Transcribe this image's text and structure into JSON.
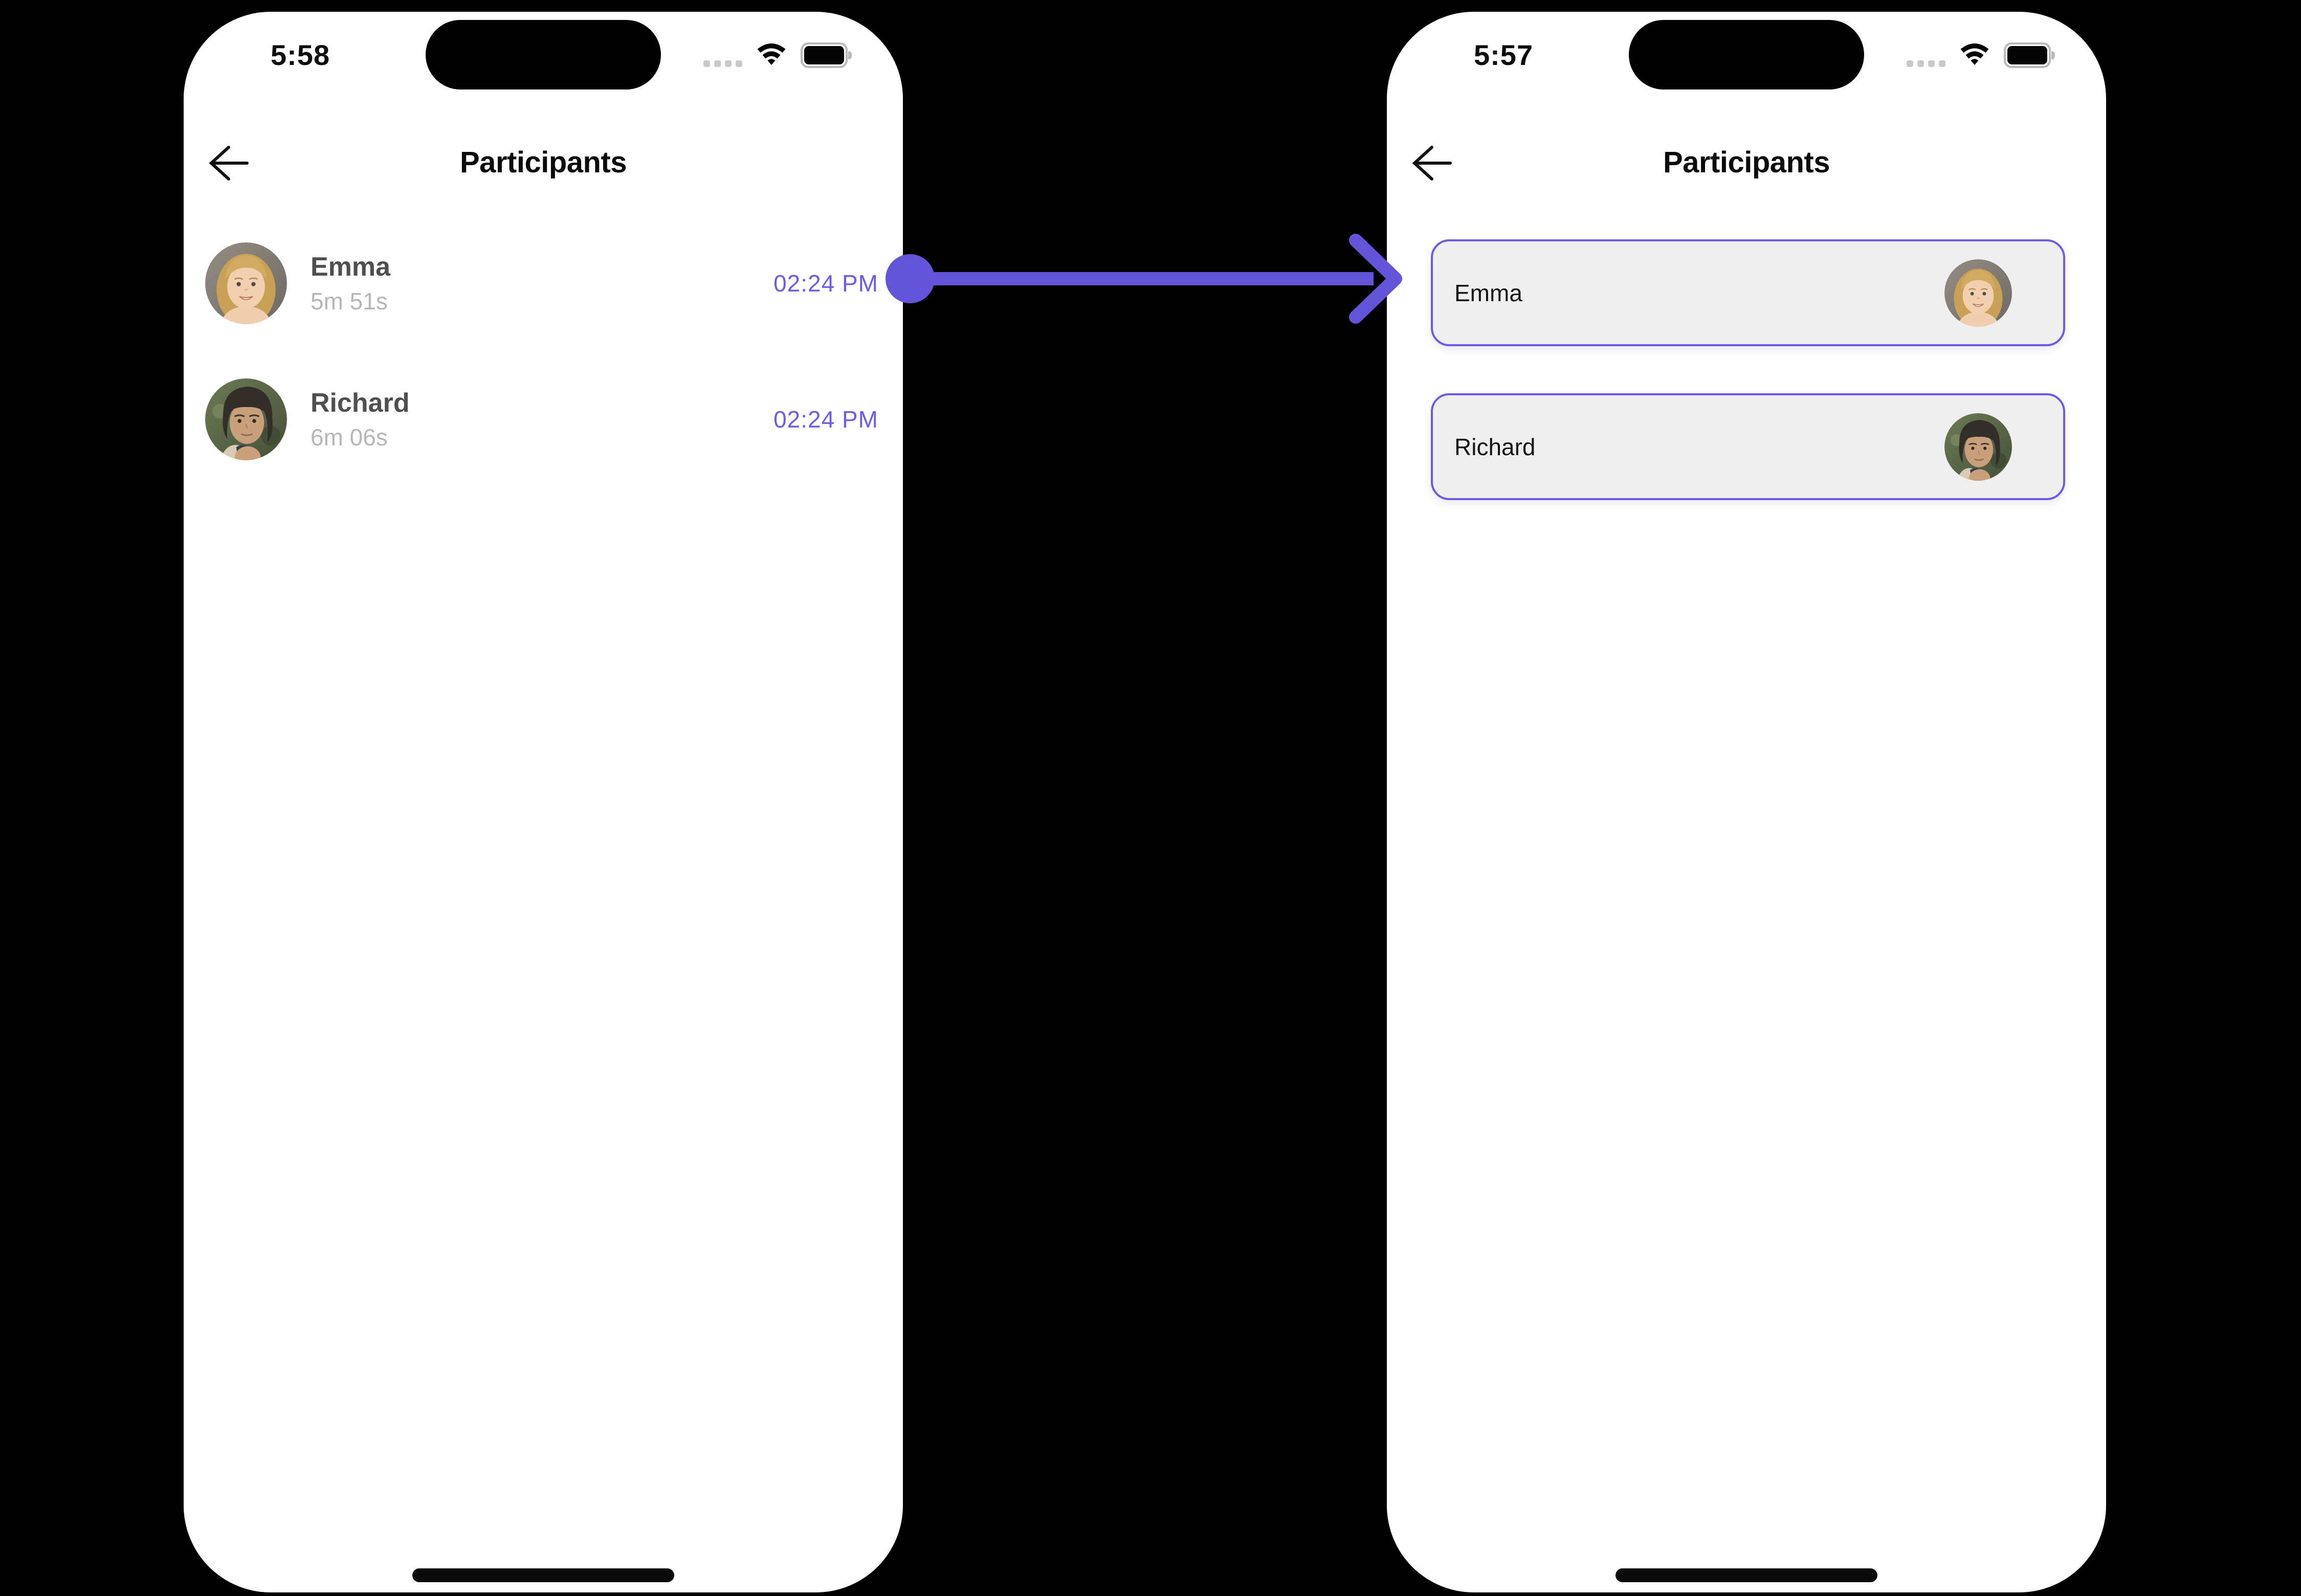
{
  "theme": {
    "canvas_bg": "#000000",
    "phone_bg": "#ffffff",
    "accent": "#6454D9",
    "time_color": "#6C5CE7",
    "card_bg": "#EFEFEF",
    "card_border": "#7158E5",
    "name_color": "#4F4F4F",
    "subtitle_color": "#B7B7B7",
    "title_color": "#0B0B0B"
  },
  "icons": {
    "back": "arrow-left-icon",
    "cellular": "cellular-dots-icon",
    "wifi": "wifi-icon",
    "battery": "battery-full-icon",
    "connector": "arrow-right-connector",
    "home": "home-indicator-bar"
  },
  "left_phone": {
    "status_time": "5:58",
    "title": "Participants",
    "participants": [
      {
        "name": "Emma",
        "duration": "5m 51s",
        "time": "02:24 PM",
        "avatar": "emma"
      },
      {
        "name": "Richard",
        "duration": "6m 06s",
        "time": "02:24 PM",
        "avatar": "richard"
      }
    ]
  },
  "right_phone": {
    "status_time": "5:57",
    "title": "Participants",
    "participants": [
      {
        "name": "Emma",
        "avatar": "emma"
      },
      {
        "name": "Richard",
        "avatar": "richard"
      }
    ]
  }
}
